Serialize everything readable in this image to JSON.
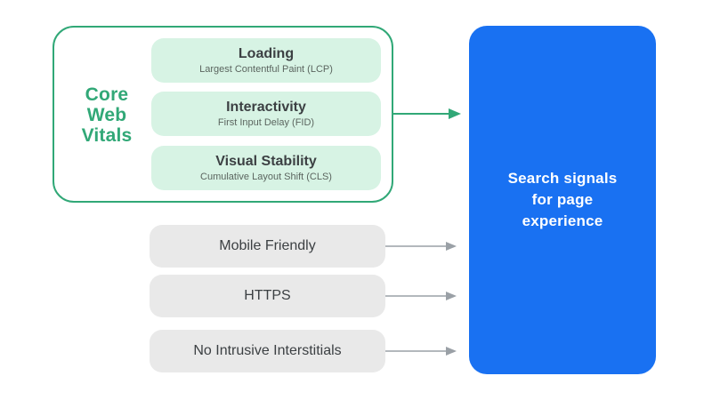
{
  "colors": {
    "green": "#31A877",
    "mint": "#D7F3E4",
    "blue": "#1971F2",
    "gray_pill": "#E9E9E9",
    "arrow_gray": "#9AA0A6",
    "title_text": "#3C4043",
    "subtitle_text": "#5B655F",
    "white_text": "#FFFFFF",
    "background": "#FFFFFF"
  },
  "core_web_vitals": {
    "label": "Core\nWeb\nVitals",
    "items": [
      {
        "title": "Loading",
        "subtitle": "Largest Contentful Paint (LCP)"
      },
      {
        "title": "Interactivity",
        "subtitle": "First Input Delay (FID)"
      },
      {
        "title": "Visual Stability",
        "subtitle": "Cumulative Layout Shift (CLS)"
      }
    ]
  },
  "other_signals": [
    {
      "label": "Mobile Friendly"
    },
    {
      "label": "HTTPS"
    },
    {
      "label": "No Intrusive Interstitials"
    }
  ],
  "result_box": {
    "label": "Search signals\nfor page\nexperience"
  }
}
